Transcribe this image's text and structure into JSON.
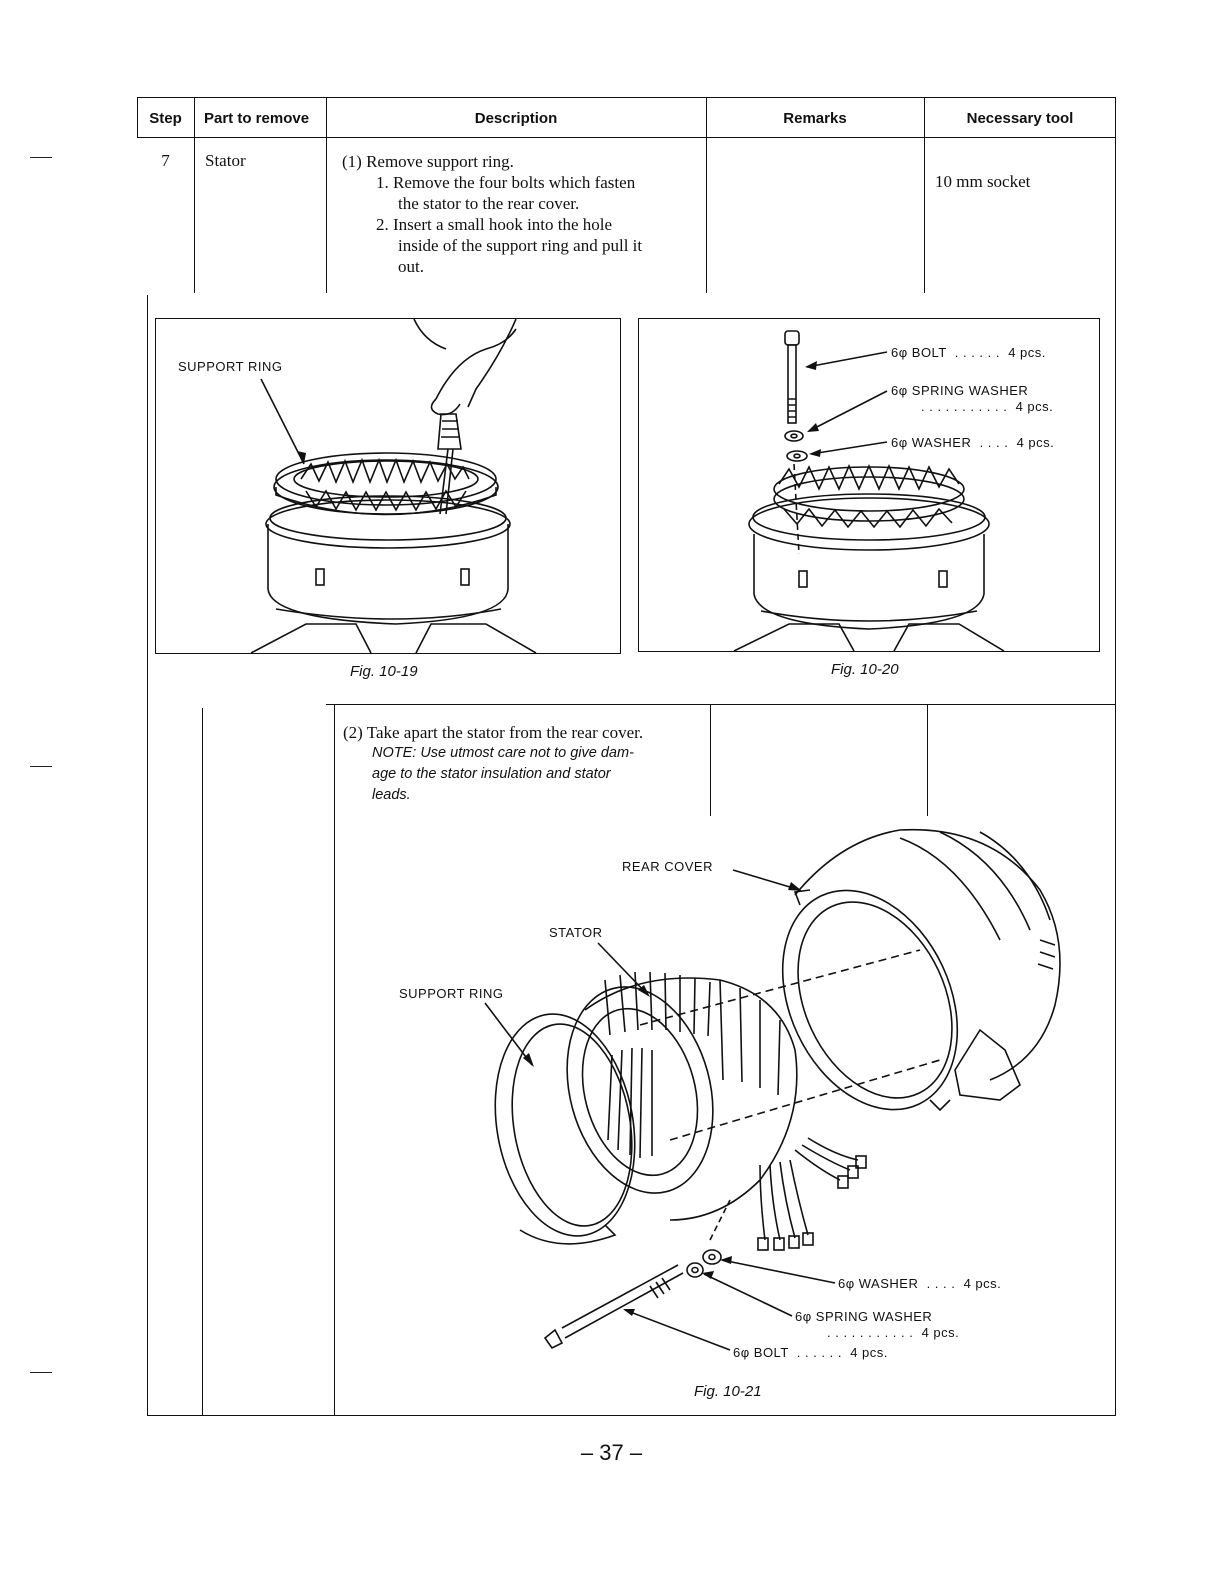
{
  "table": {
    "headers": {
      "step": "Step",
      "part": "Part to remove",
      "description": "Description",
      "remarks": "Remarks",
      "tool": "Necessary tool"
    },
    "row": {
      "step": "7",
      "part": "Stator",
      "tool": "10 mm socket",
      "substep1": {
        "heading": "(1)  Remove support ring.",
        "items": [
          "1.  Remove the four bolts which fasten",
          "the stator to the rear cover.",
          "2.  Insert a small hook into the hole",
          "inside of the support ring and pull it",
          "out."
        ]
      },
      "substep2": {
        "heading": "(2)  Take apart the stator from the rear cover.",
        "note_lines": [
          "NOTE:  Use utmost care not to give dam-",
          "age to the stator insulation and stator",
          "leads."
        ]
      }
    }
  },
  "fig19": {
    "caption": "Fig. 10-19",
    "label_support_ring": "SUPPORT RING"
  },
  "fig20": {
    "caption": "Fig. 10-20",
    "label_bolt": "6φ BOLT  . . . . . .  4 pcs.",
    "label_spring_washer_1": "6φ SPRING WASHER",
    "label_spring_washer_2": ". . . . . . . . . . .  4 pcs.",
    "label_washer": "6φ WASHER  . . . .  4 pcs."
  },
  "fig21": {
    "caption": "Fig. 10-21",
    "label_rear_cover": "REAR COVER",
    "label_stator": "STATOR",
    "label_support_ring": "SUPPORT RING",
    "label_washer": "6φ WASHER  . . . .  4 pcs.",
    "label_spring_washer_1": "6φ SPRING WASHER",
    "label_spring_washer_2": ". . . . . . . . . . .  4 pcs.",
    "label_bolt": "6φ BOLT  . . . . . .  4 pcs."
  },
  "page_number": "– 37 –"
}
